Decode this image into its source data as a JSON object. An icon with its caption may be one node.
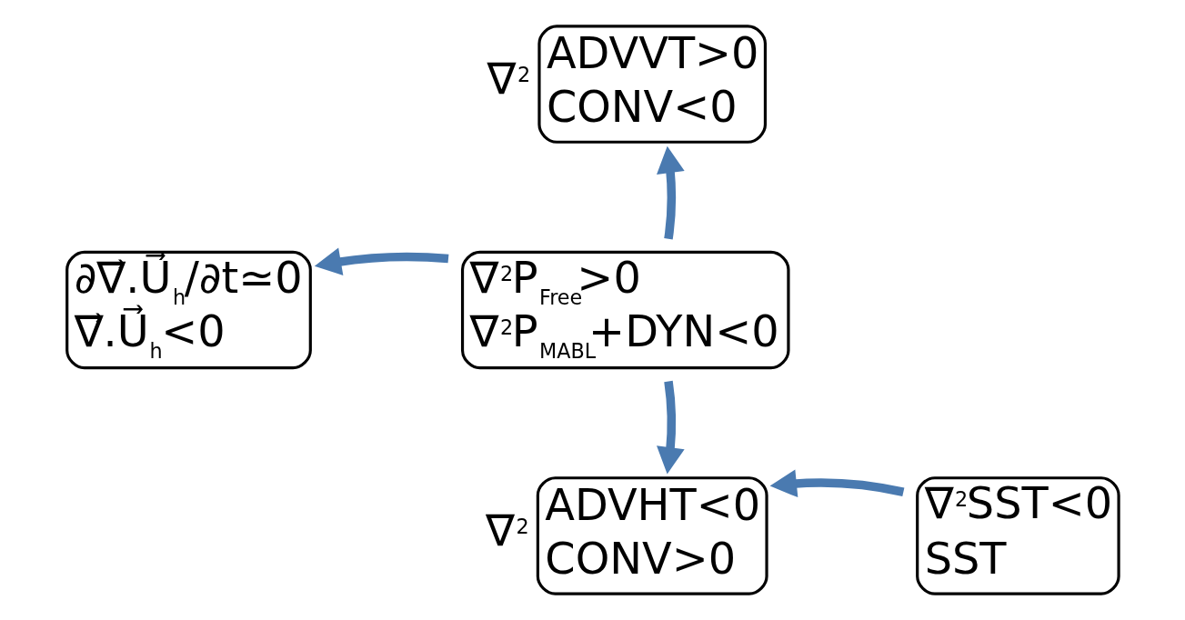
{
  "diagram": {
    "nodes": [
      {
        "text": [
          "∇$^{2}$",
          "ADVVT>0",
          "CONV<0"
        ]
      },
      {
        "text": [
          "∂∇⃗.U⃗$_{h}$/∂t≃0",
          "∇⃗.U⃗$_{h}$<0"
        ]
      },
      {
        "text": [
          "∇$^{2}$P$_{Free}$>0",
          "∇$^{2}$P$_{MABL}$+DYN<0"
        ]
      },
      {
        "text": [
          "∇$^{2}$",
          "ADVHT<0",
          "CONV>0"
        ]
      },
      {
        "text": [
          "∇$^{2}$SST<0",
          "SST"
        ]
      }
    ],
    "edges": [
      {
        "from": 2,
        "to": 0,
        "arrow": "to"
      },
      {
        "from": 2,
        "to": 1,
        "arrow": "to"
      },
      {
        "from": 2,
        "to": 3,
        "arrow": "to"
      },
      {
        "from": 4,
        "to": 3,
        "arrow": "to"
      }
    ]
  }
}
